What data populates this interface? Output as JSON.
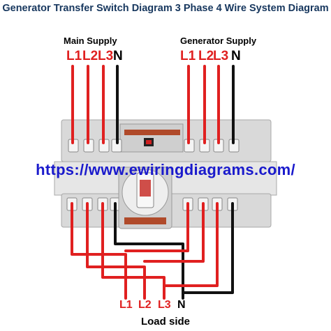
{
  "title": "Generator Transfer Switch Diagram 3 Phase 4 Wire System Diagram",
  "main_supply": {
    "heading": "Main Supply",
    "terminals": [
      {
        "label": "L1",
        "color": "#e02020"
      },
      {
        "label": "L2",
        "color": "#e02020"
      },
      {
        "label": "L3",
        "color": "#e02020"
      },
      {
        "label": "N",
        "color": "#000000"
      }
    ]
  },
  "generator_supply": {
    "heading": "Generator Supply",
    "terminals": [
      {
        "label": "L1",
        "color": "#e02020"
      },
      {
        "label": "L2",
        "color": "#e02020"
      },
      {
        "label": "L3",
        "color": "#e02020"
      },
      {
        "label": "N",
        "color": "#000000"
      }
    ]
  },
  "watermark_url": "https://www.ewiringdiagrams.com/",
  "load": {
    "heading": "Load side",
    "terminals": [
      {
        "label": "L1",
        "color": "#e02020"
      },
      {
        "label": "L2",
        "color": "#e02020"
      },
      {
        "label": "L3",
        "color": "#e02020"
      },
      {
        "label": "N",
        "color": "#000000"
      }
    ]
  },
  "colors": {
    "phase_wire": "#e02020",
    "neutral_wire": "#111111",
    "switch_body": "#dcdcdc",
    "knob": "#f2f2f2",
    "title_color": "#17375e",
    "url_color": "#1a1acc"
  }
}
